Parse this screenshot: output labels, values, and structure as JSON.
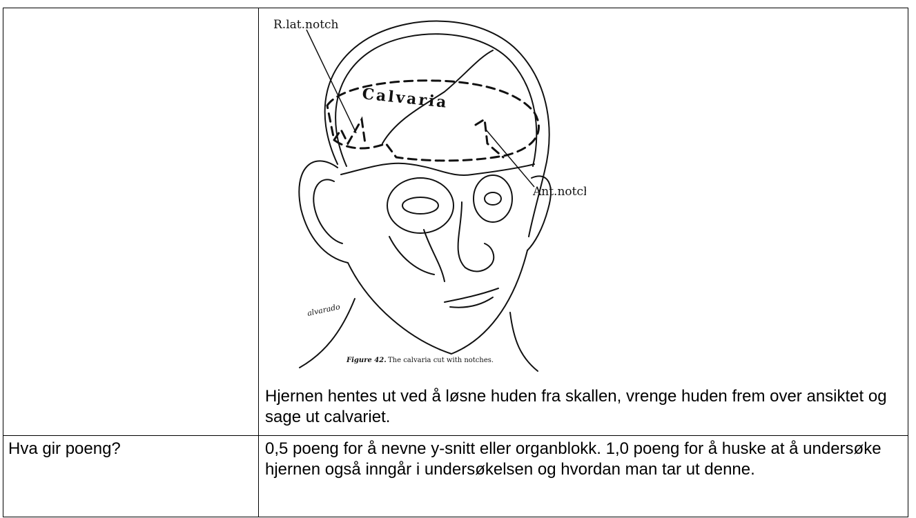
{
  "row1": {
    "left": "",
    "figure": {
      "labels": {
        "lat_notch": "R.lat.notch",
        "calvaria": "Calvaria",
        "ant_notch": "Ant.notch",
        "signature": "alvarado"
      },
      "caption_bold": "Figure 42.",
      "caption_text": "The calvaria cut with notches."
    },
    "text": "Hjernen hentes ut ved å løsne huden fra skallen, vrenge huden frem over ansiktet og sage ut calvariet."
  },
  "row2": {
    "left": "Hva gir poeng?",
    "right": "0,5 poeng for å nevne y-snitt eller organblokk. 1,0 poeng for å huske at å undersøke hjernen også inngår i undersøkelsen og hvordan man tar ut denne."
  }
}
